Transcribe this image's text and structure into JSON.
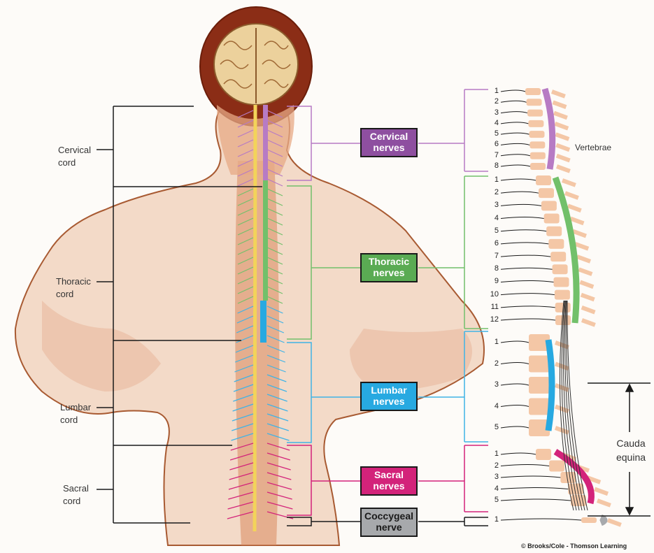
{
  "cord_labels": {
    "cervical": "Cervical\ncord",
    "thoracic": "Thoracic\ncord",
    "lumbar": "Lumbar\ncord",
    "sacral": "Sacral\ncord"
  },
  "nerve_boxes": {
    "cervical": "Cervical\nnerves",
    "thoracic": "Thoracic\nnerves",
    "lumbar": "Lumbar\nnerves",
    "sacral": "Sacral\nnerves",
    "coccygeal": "Coccygeal\nnerve"
  },
  "colors": {
    "cervical": "#8e4fa0",
    "thoracic": "#5aab53",
    "lumbar": "#27a9e1",
    "sacral": "#d3237a",
    "coccygeal": "#a7a9ac",
    "cervical_bracket": "#b77bc4",
    "thoracic_bracket": "#72c06a",
    "lumbar_bracket": "#3fb3e6",
    "sacral_bracket": "#d3237a",
    "skin": "#f3dac8",
    "outline": "#a85a32",
    "vertebra": "#f4c7a6"
  },
  "vertebra_numbers": {
    "cervical": [
      "1",
      "2",
      "3",
      "4",
      "5",
      "6",
      "7",
      "8"
    ],
    "thoracic": [
      "1",
      "2",
      "3",
      "4",
      "5",
      "6",
      "7",
      "8",
      "9",
      "10",
      "11",
      "12"
    ],
    "lumbar": [
      "1",
      "2",
      "3",
      "4",
      "5"
    ],
    "sacral": [
      "1",
      "2",
      "3",
      "4",
      "5"
    ],
    "coccygeal": [
      "1"
    ]
  },
  "vertebrae_label": "Vertebrae",
  "cauda_label": "Cauda\nequina",
  "credit": "© Brooks/Cole - Thomson Learning"
}
